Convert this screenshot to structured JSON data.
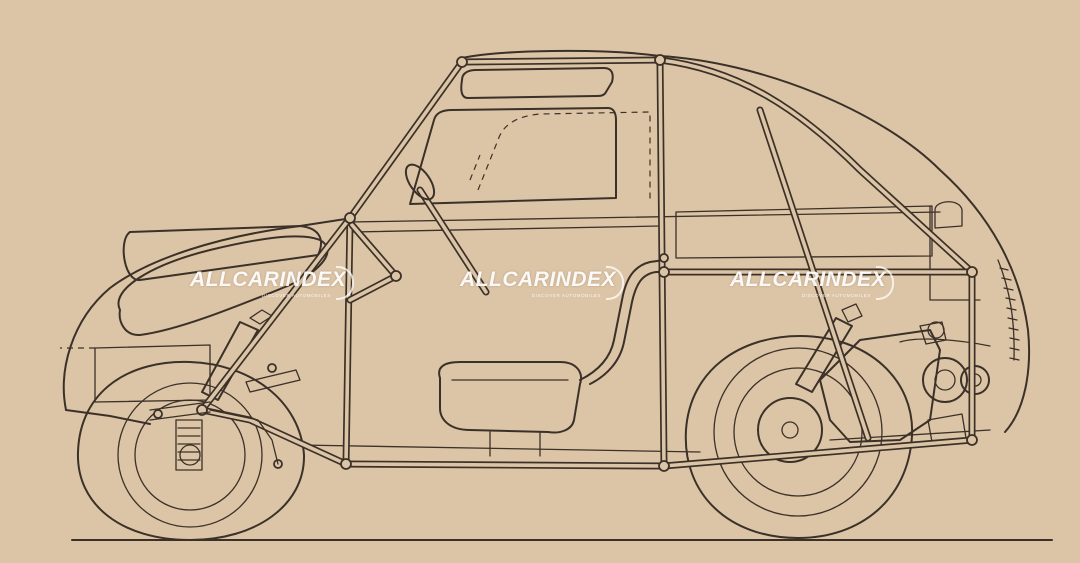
{
  "watermarks": [
    {
      "brand": "ALLCARINDEX",
      "tagline": "DISCOVER AUTOMOBILES"
    },
    {
      "brand": "ALLCARINDEX",
      "tagline": "DISCOVER AUTOMOBILES"
    },
    {
      "brand": "ALLCARINDEX",
      "tagline": "DISCOVER AUTOMOBILES"
    }
  ],
  "colors": {
    "paper": "#dcc4a6",
    "ink": "#3b3128",
    "watermark": "#ffffff"
  }
}
